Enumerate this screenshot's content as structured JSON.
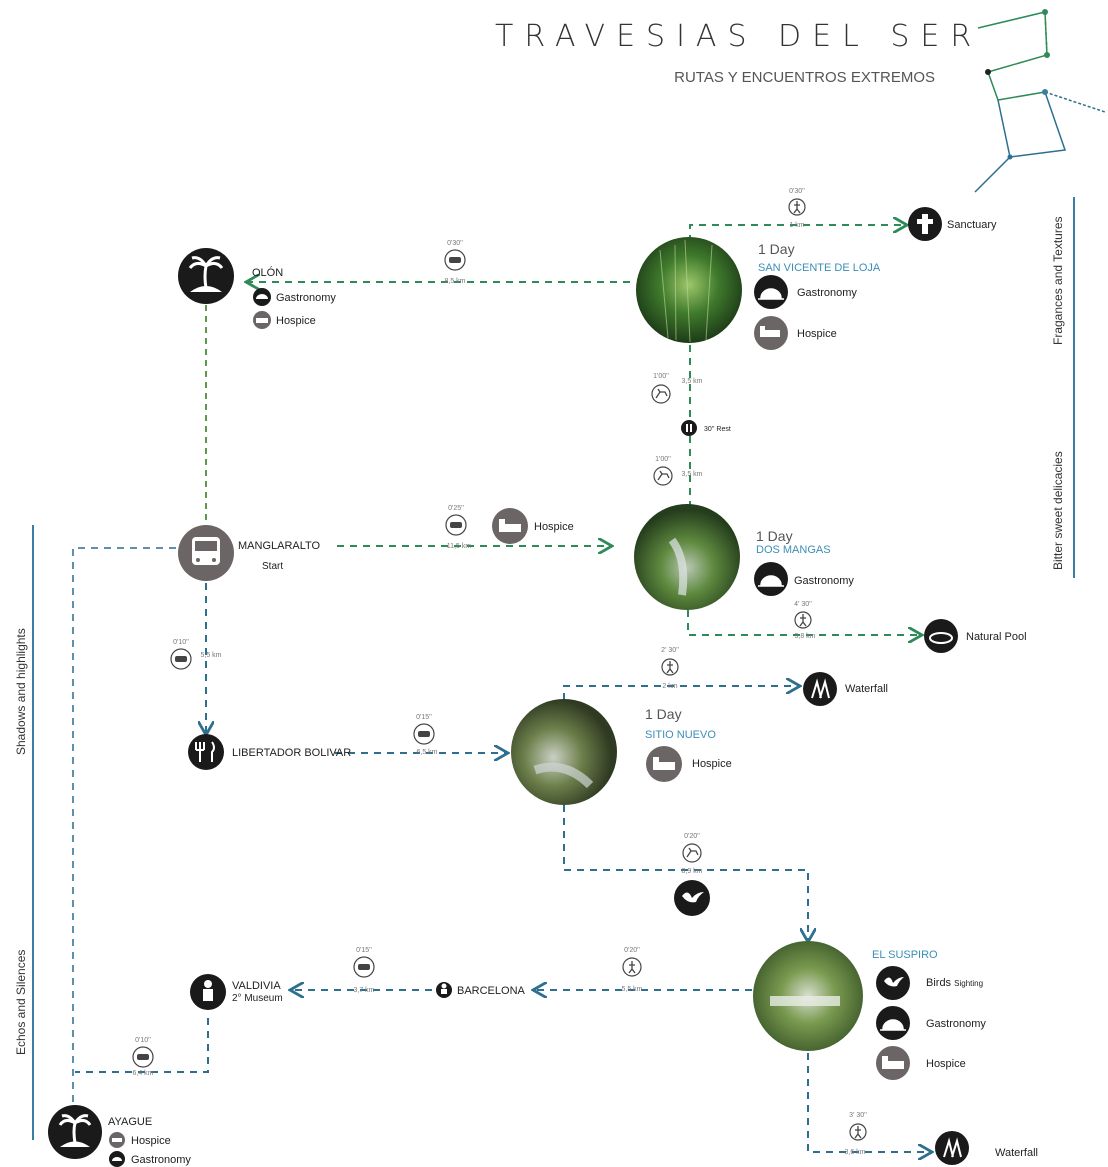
{
  "colors": {
    "green": "#2e8b57",
    "blue": "#2e6f90",
    "teal": "#3a7ea0",
    "dark": "#1a1a1a",
    "grey": "#6b6665",
    "label_blue": "#3a8fb5"
  },
  "header": {
    "title": "TRAVESIAS DEL SER",
    "subtitle": "RUTAS Y ENCUENTROS EXTREMOS"
  },
  "side_labels": {
    "right_top": "Fragances and Textures",
    "right_bottom": "Bitter sweet delicacies",
    "left_top": "Shadows and highlights",
    "left_bottom": "Echos and Silences"
  },
  "places": {
    "olon": {
      "name": "OLÓN",
      "services": [
        "Gastronomy",
        "Hospice"
      ]
    },
    "san_vicente": {
      "days": "1 Day",
      "name": "SAN VICENTE DE LOJA",
      "services": [
        "Gastronomy",
        "Hospice"
      ]
    },
    "sanctuary": {
      "name": "Sanctuary"
    },
    "manglaralto": {
      "name": "MANGLARALTO",
      "note": "Start"
    },
    "manglaralto_hospice": {
      "name": "Hospice"
    },
    "dos_mangas": {
      "days": "1 Day",
      "name": "DOS MANGAS",
      "services": [
        "Gastronomy"
      ]
    },
    "natural_pool": {
      "name": "Natural Pool"
    },
    "waterfall_1": {
      "name": "Waterfall"
    },
    "libertador": {
      "name": "LIBERTADOR BOLIVAR"
    },
    "sitio_nuevo": {
      "days": "1 Day",
      "name": "SITIO NUEVO",
      "services": [
        "Hospice"
      ]
    },
    "el_suspiro": {
      "name": "EL SUSPIRO",
      "services": [
        "Birds",
        "Gastronomy",
        "Hospice"
      ],
      "birds_suffix": "Sighting"
    },
    "barcelona": {
      "name": "BARCELONA"
    },
    "valdivia": {
      "name": "VALDIVIA",
      "note": "2° Museum"
    },
    "ayague": {
      "name": "AYAGUE",
      "services": [
        "Hospice",
        "Gastronomy"
      ]
    },
    "waterfall_2": {
      "name": "Waterfall"
    },
    "rest": {
      "label": "30'' Rest"
    }
  },
  "legs": {
    "sanctuary": {
      "time": "0'30''",
      "dist": "1 km"
    },
    "olon": {
      "time": "0'30''",
      "dist": "8,5 km"
    },
    "sv_down_1": {
      "time": "1'00''",
      "dist": "3,5 km"
    },
    "sv_down_2": {
      "time": "1'00''",
      "dist": "3,5 km"
    },
    "dos_mangas": {
      "time": "0'25''",
      "dist": "11,5 km"
    },
    "natural_pool": {
      "time": "4' 30''",
      "dist": "3,8 km"
    },
    "waterfall_1": {
      "time": "2' 30''",
      "dist": "2 km"
    },
    "libertador_down": {
      "time": "0'10''",
      "dist": "5,5 km"
    },
    "sitio_nuevo": {
      "time": "0'15''",
      "dist": "6,5 km"
    },
    "suspiro_route": {
      "time": "0'20''",
      "dist": "8,9 km"
    },
    "barcelona": {
      "time": "0'20''",
      "dist": "5,5 km"
    },
    "valdivia": {
      "time": "0'15''",
      "dist": "3,7 km"
    },
    "ayague": {
      "time": "0'10''",
      "dist": "6,4 km"
    },
    "waterfall_2": {
      "time": "3' 30''",
      "dist": "3,6 km"
    }
  }
}
